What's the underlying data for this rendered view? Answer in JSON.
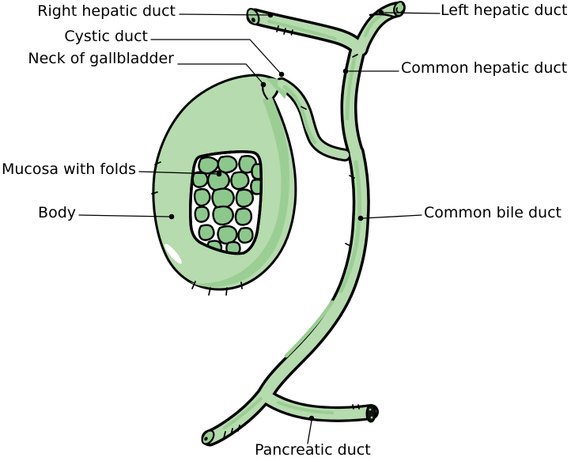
{
  "figure": {
    "type": "anatomical-diagram",
    "subject": "Gallbladder and extrahepatic bile ducts",
    "background": "#ffffff",
    "labels": {
      "right_hepatic_duct": "Right hepatic duct",
      "cystic_duct": "Cystic duct",
      "neck_of_gallbladder": "Neck of gallbladder",
      "left_hepatic_duct": "Left hepatic duct",
      "common_hepatic_duct": "Common hepatic duct",
      "mucosa_with_folds": "Mucosa with folds",
      "body": "Body",
      "common_bile_duct": "Common bile duct",
      "pancreatic_duct": "Pancreatic duct"
    },
    "colors": {
      "structure_fill": "#b6dbae",
      "structure_shade": "#9bce94",
      "mucosa_fold_fill": "#8cc88c",
      "outline": "#000000",
      "leader_line": "#000000",
      "text": "#000000",
      "mucosa_background": "#ffffff"
    }
  }
}
